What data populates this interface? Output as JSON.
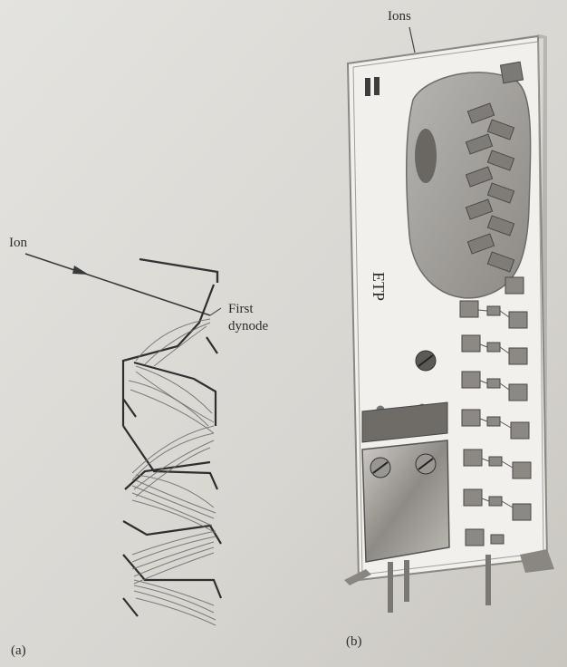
{
  "figure_a": {
    "ion_label": "Ion",
    "dynode_label_line1": "First",
    "dynode_label_line2": "dynode",
    "panel_label": "(a)"
  },
  "figure_b": {
    "ions_label": "Ions",
    "device_label": "ETP",
    "panel_label": "(b)"
  }
}
